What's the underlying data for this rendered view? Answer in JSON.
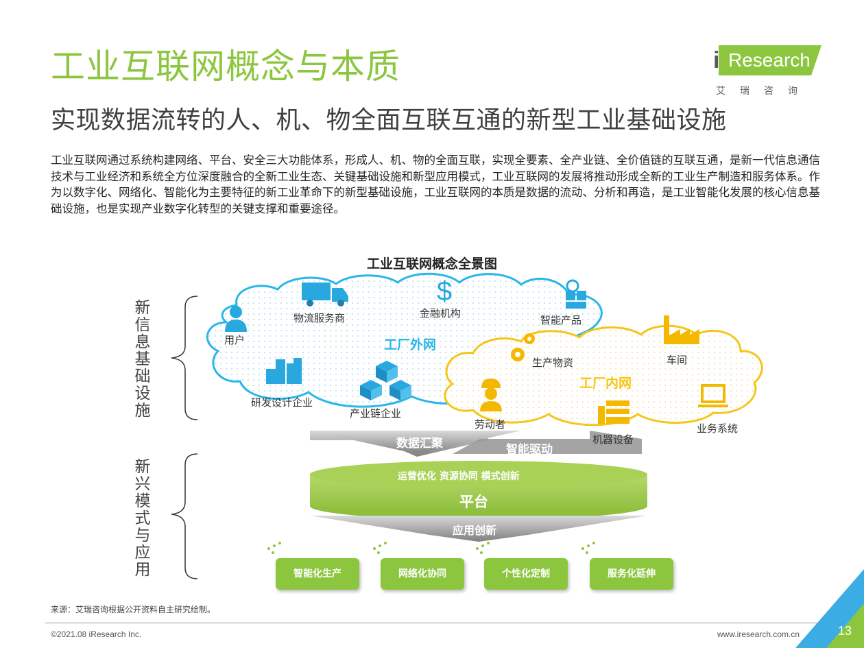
{
  "header": {
    "title": "工业互联网概念与本质",
    "subtitle": "实现数据流转的人、机、物全面互联互通的新型工业基础设施"
  },
  "logo": {
    "i": "i",
    "brand": "Research",
    "cn": "艾瑞咨询"
  },
  "body_paragraph": "工业互联网通过系统构建网络、平台、安全三大功能体系，形成人、机、物的全面互联，实现全要素、全产业链、全价值链的互联互通，是新一代信息通信技术与工业经济和系统全方位深度融合的全新工业生态、关键基础设施和新型应用模式，工业互联网的发展将推动形成全新的工业生产制造和服务体系。作为以数字化、网络化、智能化为主要特征的新工业革命下的新型基础设施，工业互联网的本质是数据的流动、分析和再造，是工业智能化发展的核心信息基础设施，也是实现产业数字化转型的关键支撑和重要途径。",
  "diagram": {
    "title": "工业互联网概念全景图",
    "side_top": "新信息基础设施",
    "side_bottom": "新兴模式与应用",
    "outer_cloud": {
      "label": "工厂外网",
      "nodes": [
        "用户",
        "物流服务商",
        "金融机构",
        "智能产品",
        "研发设计企业",
        "产业链企业"
      ]
    },
    "inner_cloud": {
      "label": "工厂内网",
      "nodes": [
        "生产物资",
        "车间",
        "劳动者",
        "机器设备",
        "业务系统"
      ]
    },
    "arrows": {
      "data_aggregation": "数据汇聚",
      "smart_drive": "智能驱动",
      "app_innovation": "应用创新"
    },
    "platform": {
      "tagline": "运营优化 资源协同 模式创新",
      "label": "平台"
    },
    "apps": [
      "智能化生产",
      "网络化协同",
      "个性化定制",
      "服务化延伸"
    ]
  },
  "footer": {
    "source": "来源：艾瑞咨询根据公开资料自主研究绘制。",
    "copyright": "©2021.08 iResearch Inc.",
    "website": "www.iresearch.com.cn",
    "page": "13"
  },
  "colors": {
    "brand_green": "#8cc63f",
    "outer_cloud": "#29b6e8",
    "inner_cloud": "#f5c518",
    "corner_blue": "#1a9ee0"
  }
}
